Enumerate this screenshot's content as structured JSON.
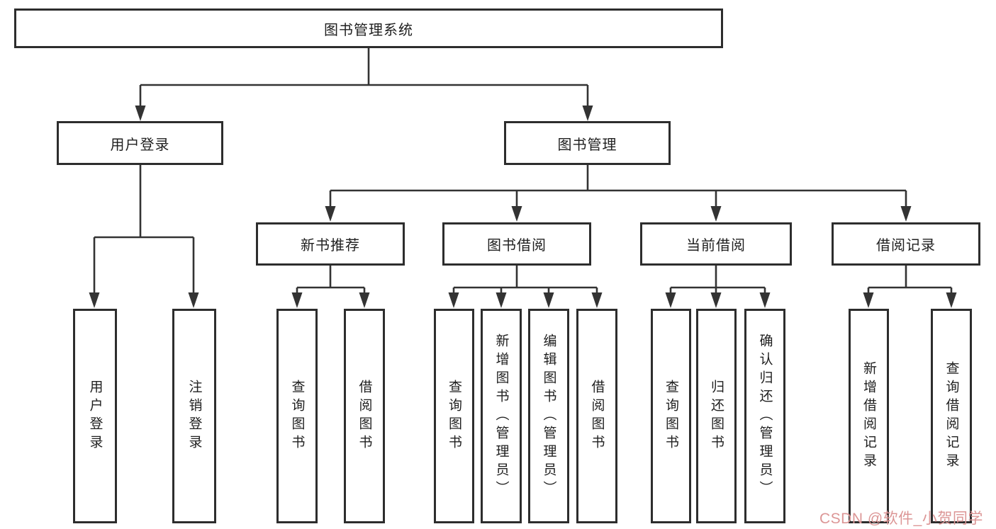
{
  "colors": {
    "line": "#333333",
    "box_border": "#2d2d2d",
    "box_text": "#1f1f1f",
    "background": "#ffffff",
    "watermark": "#dc9696"
  },
  "tree": {
    "root": "图书管理系统",
    "level2": [
      {
        "label": "用户登录"
      },
      {
        "label": "图书管理"
      }
    ],
    "level3": [
      {
        "label": "新书推荐"
      },
      {
        "label": "图书借阅"
      },
      {
        "label": "当前借阅"
      },
      {
        "label": "借阅记录"
      }
    ],
    "leaves": {
      "user_login": [
        "用户登录",
        "注销登录"
      ],
      "new_book_recommend": [
        "查询图书",
        "借阅图书"
      ],
      "book_borrow": [
        "查询图书",
        "新增图书（管理员）",
        "编辑图书（管理员）",
        "借阅图书"
      ],
      "current_borrow": [
        "查询图书",
        "归还图书",
        "确认归还（管理员）"
      ],
      "borrow_record": [
        "新增借阅记录",
        "查询借阅记录"
      ]
    }
  },
  "watermark": {
    "text": "CSDN @软件_小贺同学"
  }
}
